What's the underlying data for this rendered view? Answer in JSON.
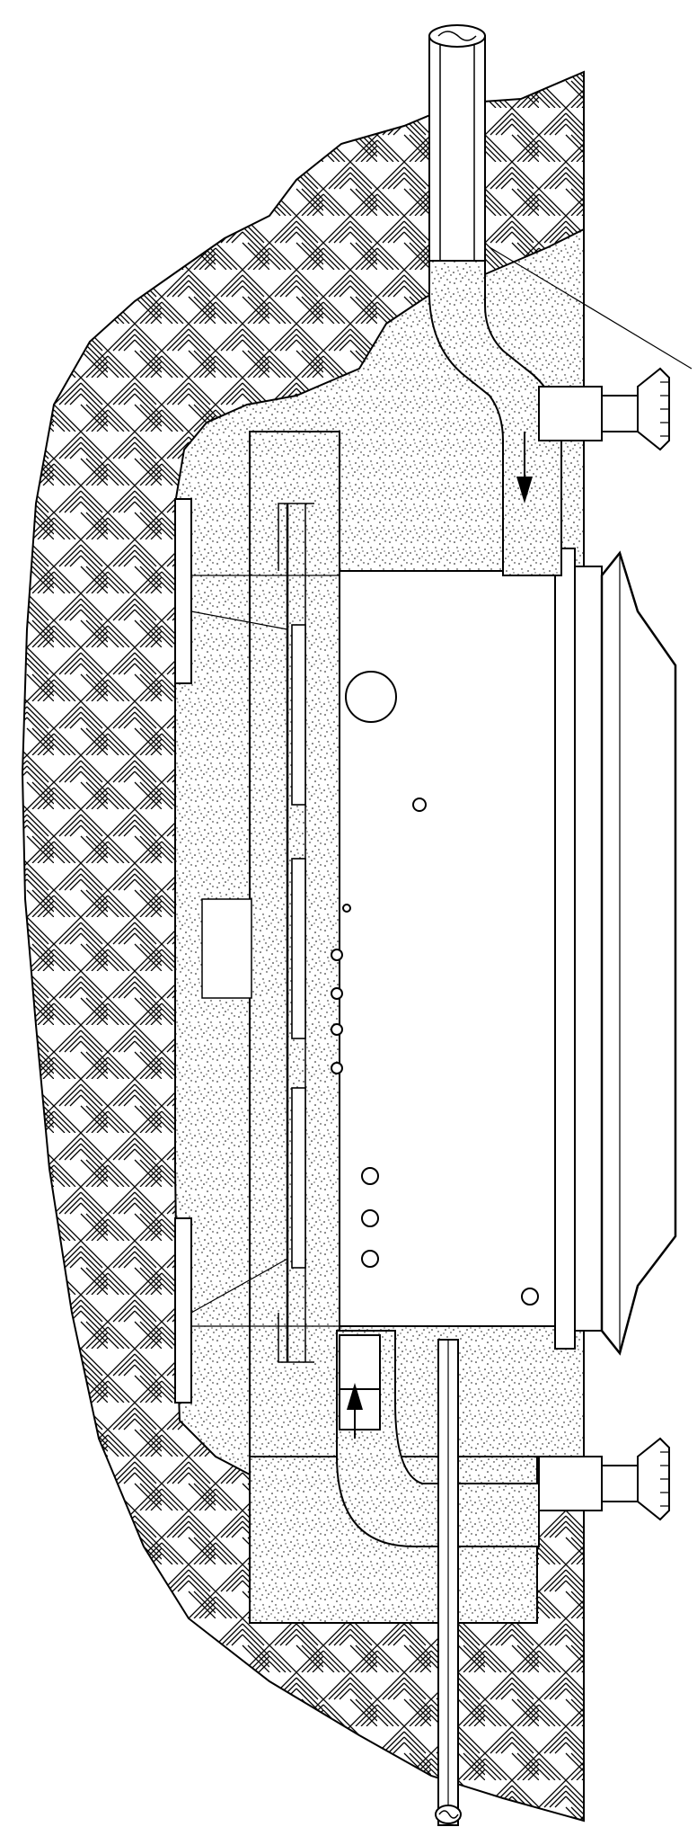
{
  "drawing": {
    "title": "",
    "labels": []
  },
  "patterns": {
    "earth": "diagonal-crosshatch-fill",
    "concrete": "stipple-fill",
    "backfill": "stipple-fill"
  },
  "components": [
    "undisturbed-earth",
    "concrete-encasement",
    "pool-light-niche",
    "niche-rim-flange",
    "lens-ring",
    "supply-pipe-top",
    "supply-pipe-bottom",
    "return-fitting-top",
    "return-fitting-bottom",
    "rebar-cage",
    "flow-arrow-down",
    "flow-arrow-up",
    "leader-line"
  ],
  "colors": {
    "ink": "#000000",
    "paper": "#ffffff"
  }
}
